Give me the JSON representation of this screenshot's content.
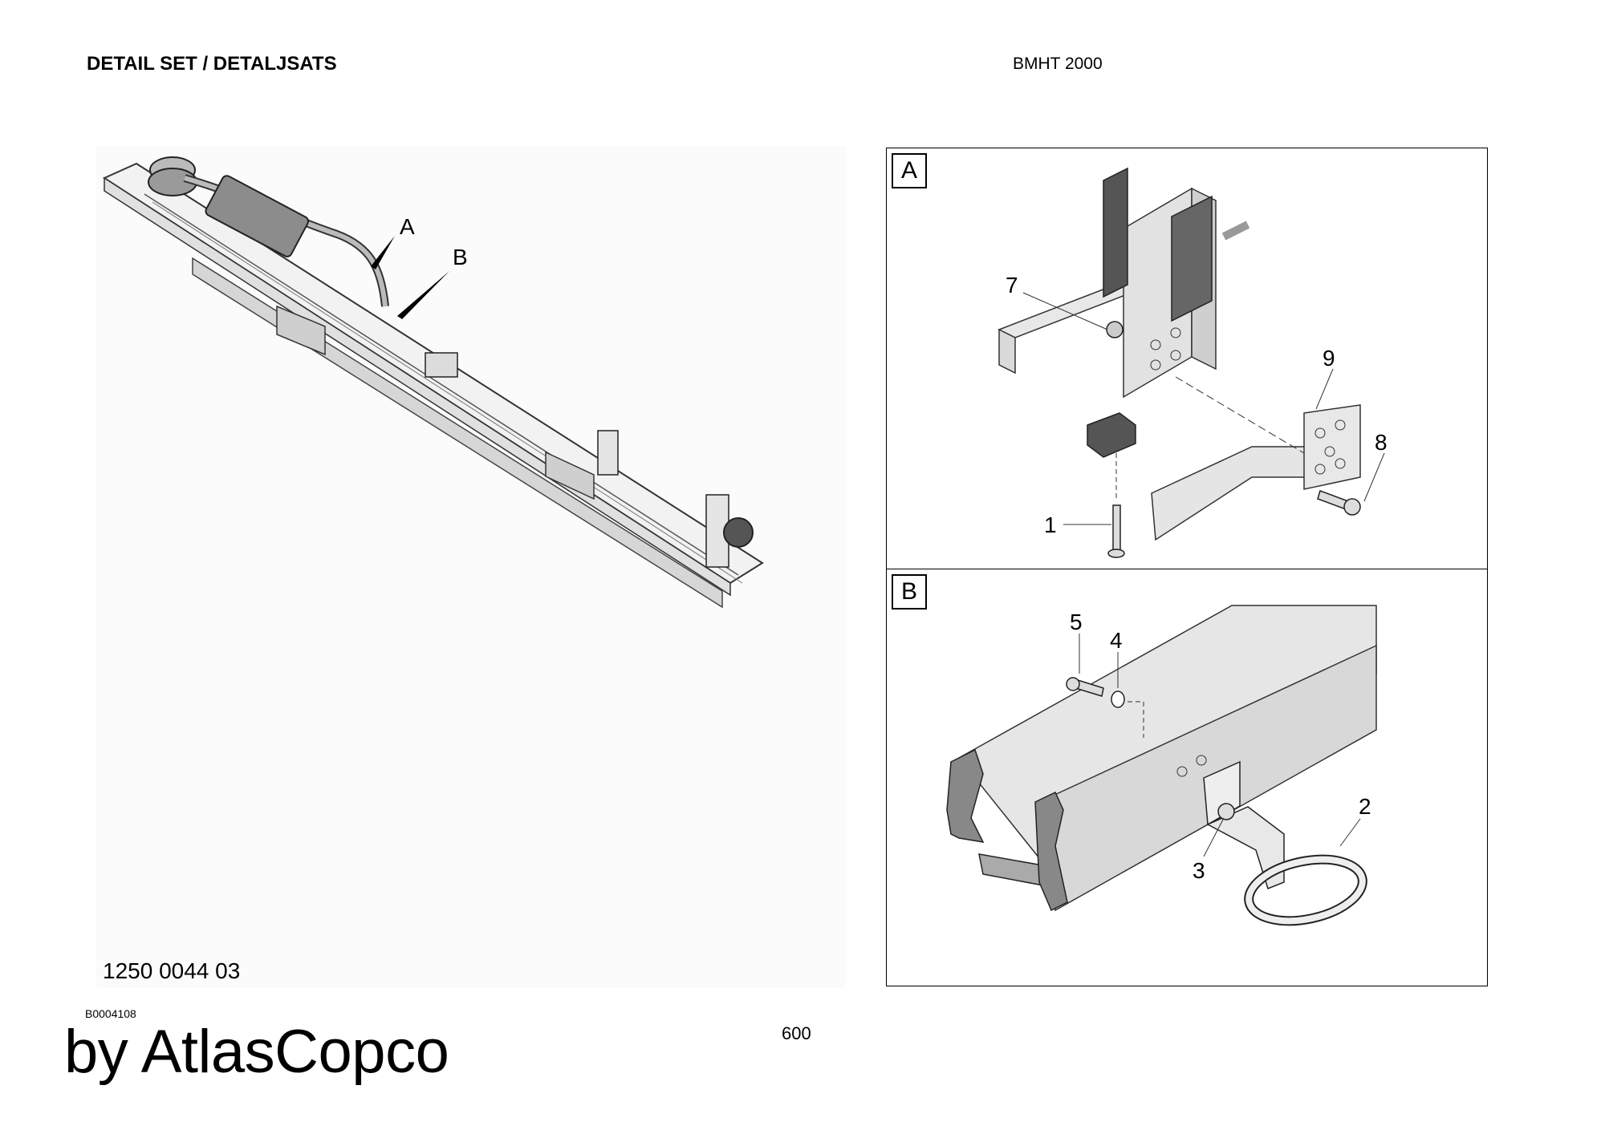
{
  "header": {
    "title": "DETAIL SET / DETALJSATS",
    "model": "BMHT 2000"
  },
  "overview": {
    "callout_a": "A",
    "callout_b": "B",
    "part_number": "1250 0044 03"
  },
  "panel_a": {
    "tag": "A",
    "callouts": [
      "7",
      "9",
      "8",
      "1"
    ]
  },
  "panel_b": {
    "tag": "B",
    "callouts": [
      "5",
      "4",
      "2",
      "3"
    ]
  },
  "footer": {
    "drawing_id": "B0004108",
    "brand": "by AtlasCopco",
    "page": "600"
  }
}
